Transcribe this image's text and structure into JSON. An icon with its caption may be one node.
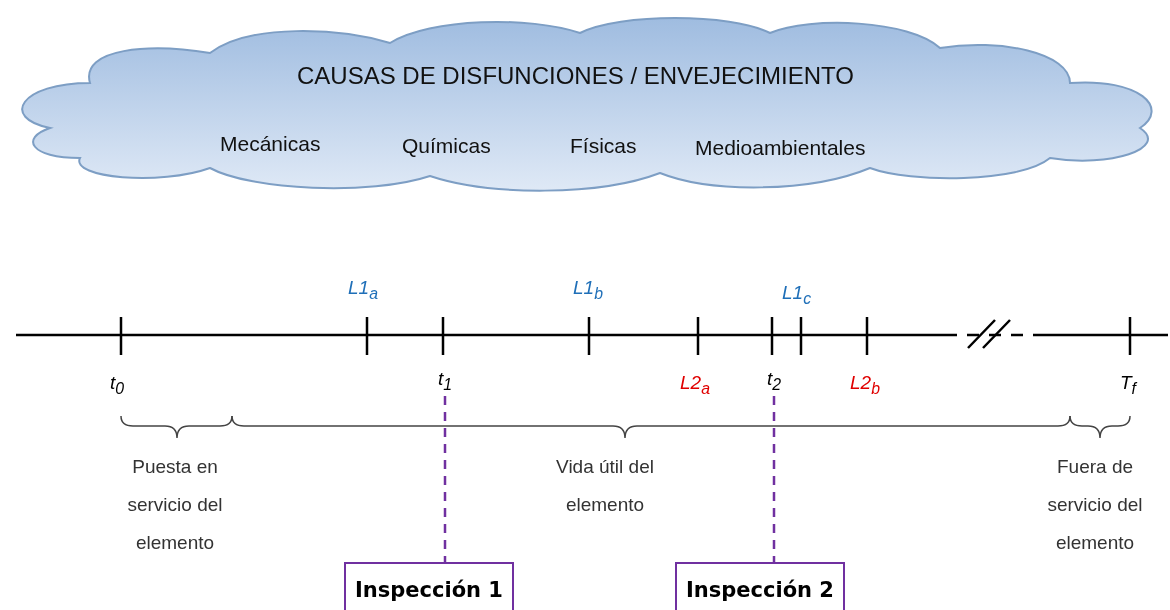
{
  "diagram": {
    "nodes": [
      {
        "text": [
          "CAUSAS DE DISFUNCIONES / ENVEJECIMIENTO",
          "Mecánicas",
          "Químicas",
          "Físicas",
          "Medioambientales"
        ]
      },
      {
        "text": [
          "t$_{1}$"
        ]
      },
      {
        "text": [
          "t$_{2}$"
        ]
      },
      {
        "text": [
          "Inspección 1"
        ]
      },
      {
        "text": [
          "Inspección 2"
        ]
      }
    ],
    "edges": [
      {
        "from": 1,
        "to": 3,
        "arrow": "none",
        "style": "dashed",
        "color": "#7030a0"
      },
      {
        "from": 2,
        "to": 4,
        "arrow": "none",
        "style": "dashed",
        "color": "#7030a0"
      }
    ],
    "labels": [
      "L1$_{a}$",
      "L1$_{b}$",
      "L1$_{c}$",
      "t$_{0}$",
      "L2$_{a}$",
      "L2$_{b}$",
      "T$_{f}$",
      "Puesta en servicio del elemento",
      "Vida útil del elemento",
      "Fuera de servicio del elemento"
    ]
  }
}
